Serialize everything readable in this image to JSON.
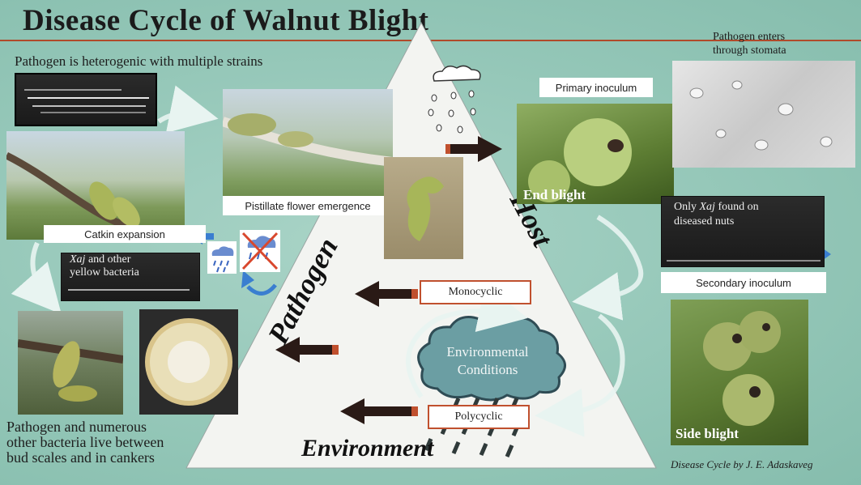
{
  "title": "Disease Cycle of Walnut Blight",
  "captions": {
    "heterogenic": "Pathogen is heterogenic with multiple strains",
    "stomata_line1": "Pathogen enters",
    "stomata_line2": "through stomata",
    "bud_line1": "Pathogen and numerous",
    "bud_line2": "other bacteria live between",
    "bud_line3": "bud scales and in cankers",
    "credit": "Disease Cycle by J. E. Adaskaveg"
  },
  "labels": {
    "catkin": "Catkin expansion",
    "pistillate": "Pistillate flower emergence",
    "primary": "Primary inoculum",
    "secondary": "Secondary inoculum",
    "monocyclic": "Monocyclic",
    "polycyclic": "Polycyclic",
    "end_blight": "End blight",
    "side_blight": "Side blight",
    "xaj_gel_line1_italic": "Xaj",
    "xaj_gel_line1_rest": " and other",
    "xaj_gel_line2": "yellow bacteria",
    "only_line1_pre": "Only ",
    "only_line1_italic": "Xaj",
    "only_line1_post": " found on",
    "only_line2": "diseased nuts"
  },
  "triangle": {
    "pathogen": "Pathogen",
    "host": "Host",
    "environment": "Environment",
    "cloud_line1": "Environmental",
    "cloud_line2": "Conditions"
  },
  "colors": {
    "background": "#93c6b7",
    "title_rule": "#b04a2a",
    "arrow_dark": "#2a1a16",
    "arrow_tip": "#c0502e",
    "box_border": "#c0502e",
    "cloud_fill": "#6b9ea3",
    "teal_arrow": "#9fd6cb"
  },
  "icons": [
    "rain-cloud-icon",
    "rain-cloud-crossed-icon"
  ]
}
